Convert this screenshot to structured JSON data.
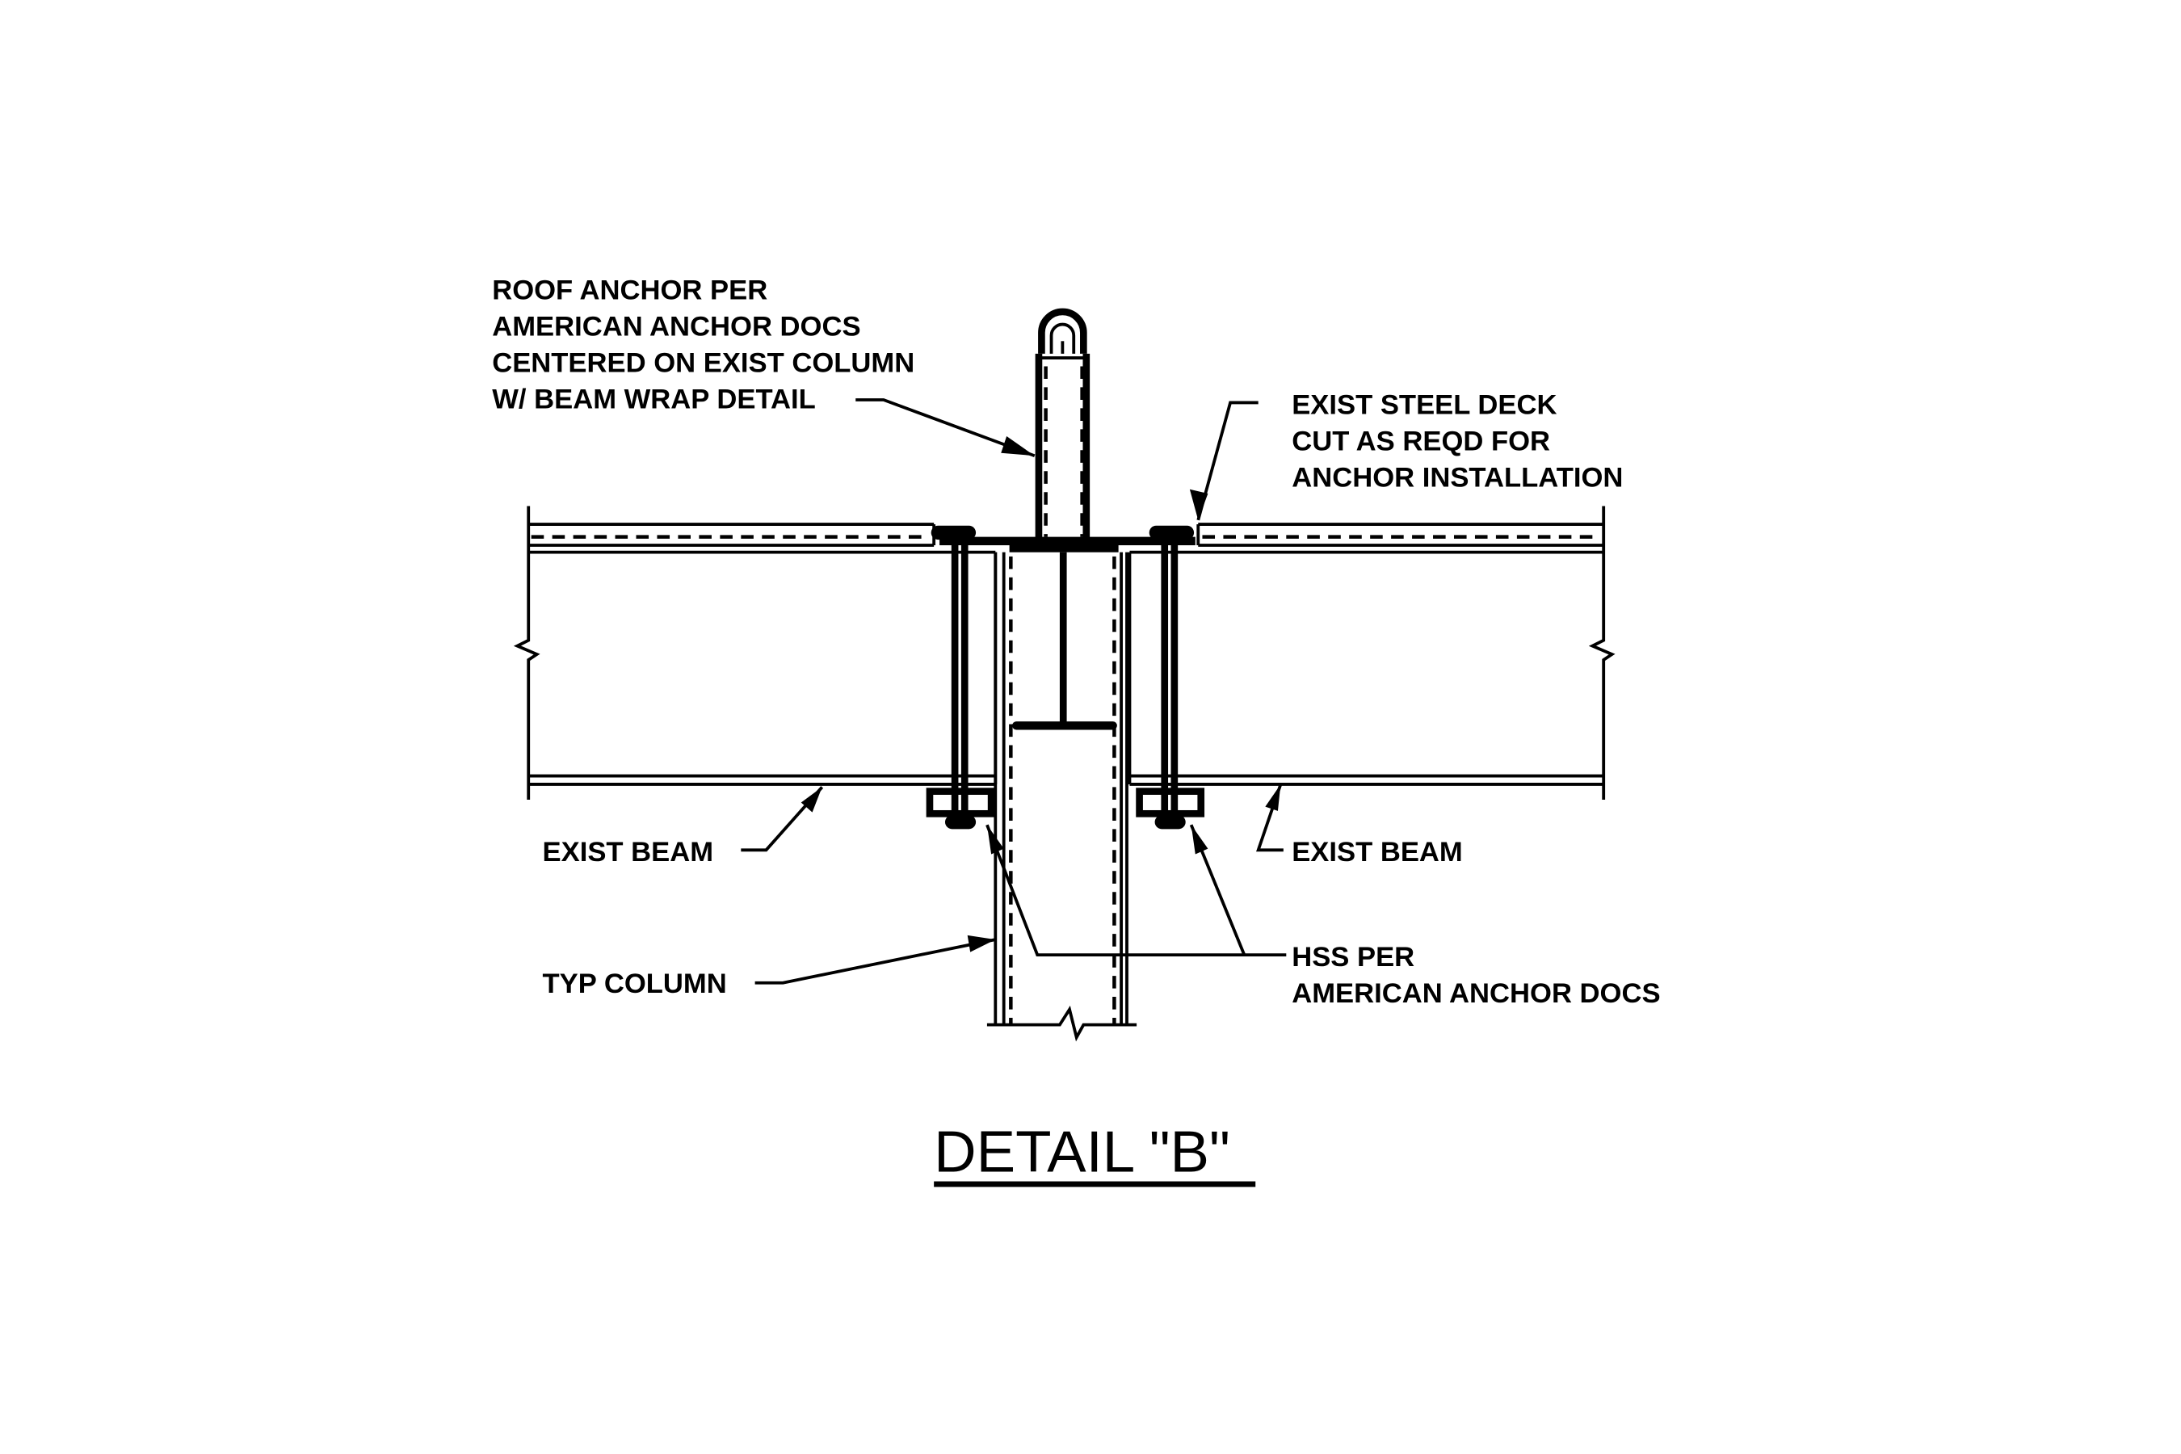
{
  "labels": {
    "roof_anchor": [
      "ROOF ANCHOR PER",
      "AMERICAN ANCHOR DOCS",
      "CENTERED ON EXIST COLUMN",
      "W/ BEAM WRAP DETAIL"
    ],
    "steel_deck": [
      "EXIST STEEL DECK",
      "CUT AS REQD FOR",
      "ANCHOR INSTALLATION"
    ],
    "exist_beam_left": "EXIST BEAM",
    "exist_beam_right": "EXIST BEAM",
    "typ_column": "TYP COLUMN",
    "hss": [
      "HSS PER",
      "AMERICAN ANCHOR DOCS"
    ]
  },
  "title": "DETAIL \"B\""
}
